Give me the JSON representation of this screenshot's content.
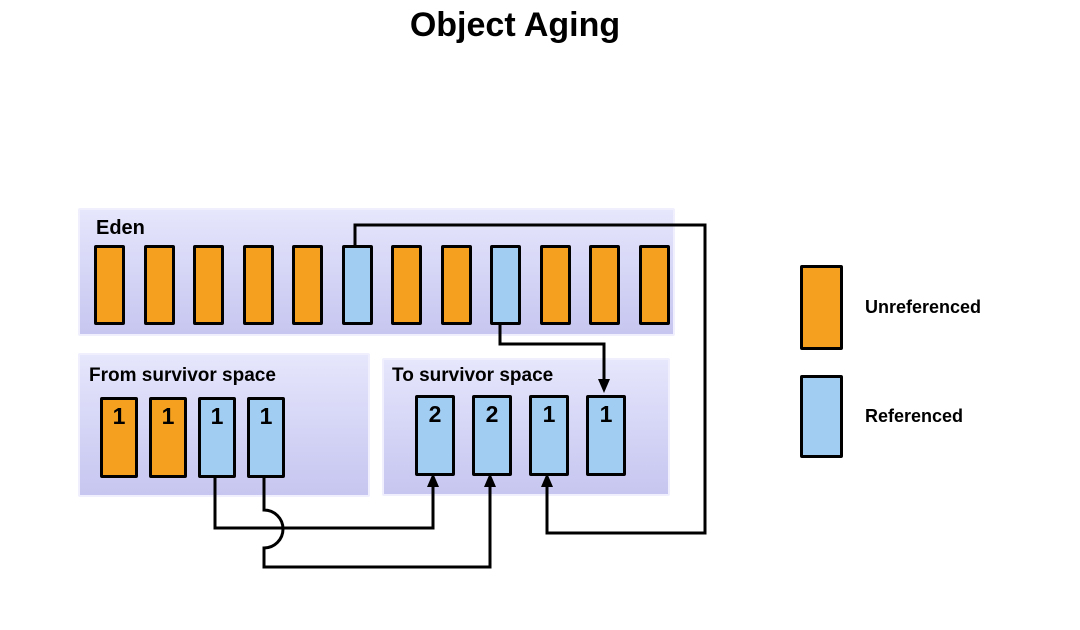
{
  "title": "Object Aging",
  "colors": {
    "unreferenced": "#F5A11F",
    "referenced": "#A2CDF2",
    "region_top": "#E6E6FC",
    "region_mid": "#D7D7F7",
    "region_bottom": "#C6C6F0",
    "region_edge": "#EFEFFE"
  },
  "eden": {
    "label": "Eden",
    "cells": [
      {
        "state": "unreferenced"
      },
      {
        "state": "unreferenced"
      },
      {
        "state": "unreferenced"
      },
      {
        "state": "unreferenced"
      },
      {
        "state": "unreferenced"
      },
      {
        "state": "referenced"
      },
      {
        "state": "unreferenced"
      },
      {
        "state": "unreferenced"
      },
      {
        "state": "referenced"
      },
      {
        "state": "unreferenced"
      },
      {
        "state": "unreferenced"
      },
      {
        "state": "unreferenced"
      }
    ]
  },
  "from_survivor": {
    "label": "From survivor space",
    "cells": [
      {
        "state": "unreferenced",
        "age": "1"
      },
      {
        "state": "unreferenced",
        "age": "1"
      },
      {
        "state": "referenced",
        "age": "1"
      },
      {
        "state": "referenced",
        "age": "1"
      }
    ]
  },
  "to_survivor": {
    "label": "To survivor space",
    "cells": [
      {
        "state": "referenced",
        "age": "2"
      },
      {
        "state": "referenced",
        "age": "2"
      },
      {
        "state": "referenced",
        "age": "1"
      },
      {
        "state": "referenced",
        "age": "1"
      }
    ]
  },
  "legend": {
    "items": [
      {
        "state": "unreferenced",
        "label": "Unreferenced"
      },
      {
        "state": "referenced",
        "label": "Referenced"
      }
    ]
  }
}
